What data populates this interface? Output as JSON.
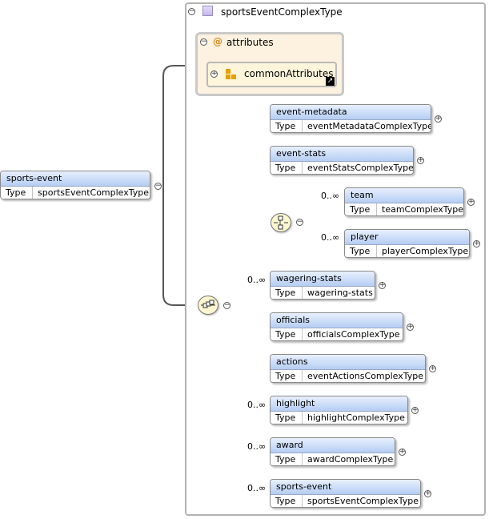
{
  "complex_type": {
    "name": "sportsEventComplexType"
  },
  "attributes": {
    "label": "attributes",
    "ref": "commonAttributes"
  },
  "root": {
    "name": "sports-event",
    "type_label": "Type",
    "type": "sportsEventComplexType"
  },
  "choice": {
    "items": [
      {
        "name": "team",
        "type_label": "Type",
        "type": "teamComplexType",
        "card": "0..∞"
      },
      {
        "name": "player",
        "type_label": "Type",
        "type": "playerComplexType",
        "card": "0..∞"
      }
    ]
  },
  "sequence": {
    "items": [
      {
        "name": "event-metadata",
        "type_label": "Type",
        "type": "eventMetadataComplexType",
        "card": ""
      },
      {
        "name": "event-stats",
        "type_label": "Type",
        "type": "eventStatsComplexType",
        "card": ""
      },
      {
        "name": "wagering-stats",
        "type_label": "Type",
        "type": "wagering-stats",
        "card": "0..∞"
      },
      {
        "name": "officials",
        "type_label": "Type",
        "type": "officialsComplexType",
        "card": ""
      },
      {
        "name": "actions",
        "type_label": "Type",
        "type": "eventActionsComplexType",
        "card": ""
      },
      {
        "name": "highlight",
        "type_label": "Type",
        "type": "highlightComplexType",
        "card": "0..∞"
      },
      {
        "name": "award",
        "type_label": "Type",
        "type": "awardComplexType",
        "card": "0..∞"
      },
      {
        "name": "sports-event",
        "type_label": "Type",
        "type": "sportsEventComplexType",
        "card": "0..∞"
      }
    ]
  },
  "icons": {
    "collapse": "−",
    "expand": "+",
    "attribute_marker": "@",
    "ref_arrow": "↗"
  }
}
